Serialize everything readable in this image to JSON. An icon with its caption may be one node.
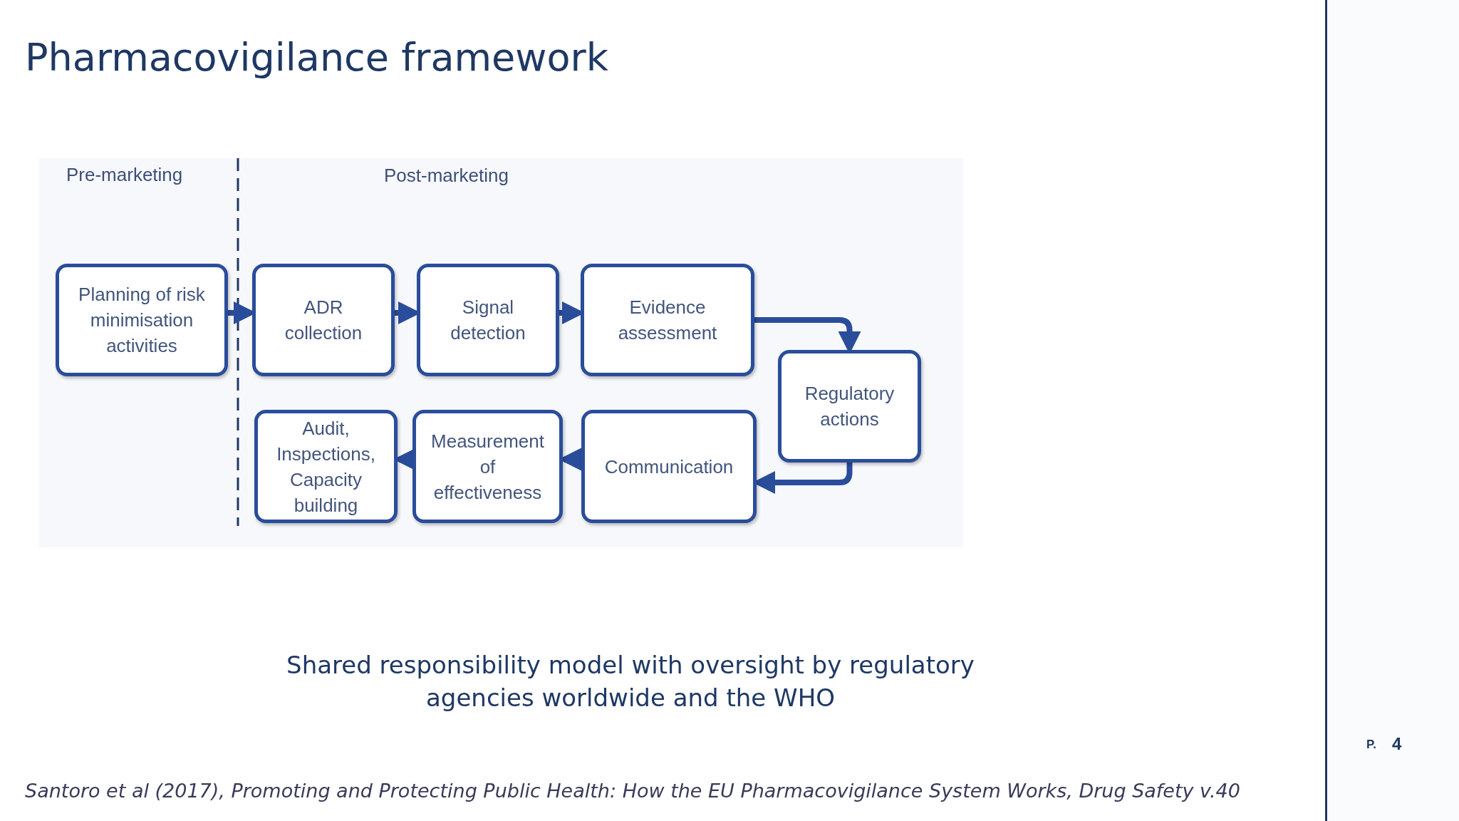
{
  "diagram": {
    "title": "Pharmacovigilance framework",
    "caption": "Shared responsibility model with oversight by regulatory agencies worldwide and the WHO",
    "nodes": [
      {
        "text": [
          "Planning of risk minimisation activities"
        ]
      },
      {
        "text": [
          "ADR collection"
        ]
      },
      {
        "text": [
          "Signal detection"
        ]
      },
      {
        "text": [
          "Evidence assessment"
        ]
      },
      {
        "text": [
          "Regulatory actions"
        ]
      },
      {
        "text": [
          "Audit, Inspections, Capacity building"
        ]
      },
      {
        "text": [
          "Measurement of effectiveness"
        ]
      },
      {
        "text": [
          "Communication"
        ]
      }
    ],
    "edges": [
      {
        "from": 0,
        "to": 1,
        "arrow": "to"
      },
      {
        "from": 1,
        "to": 2,
        "arrow": "to"
      },
      {
        "from": 2,
        "to": 3,
        "arrow": "to"
      },
      {
        "from": 3,
        "to": 4,
        "arrow": "to"
      },
      {
        "from": 4,
        "to": 7,
        "arrow": "to"
      },
      {
        "from": 7,
        "to": 6,
        "arrow": "to"
      },
      {
        "from": 6,
        "to": 5,
        "arrow": "to"
      }
    ],
    "labels": [
      "Pre-marketing",
      "Post-marketing",
      "*Santoro et al (2017), Promoting and Protecting Public Health: How the EU Pharmacovigilance System Works, Drug Safety v.40*",
      "P.",
      "4"
    ]
  }
}
